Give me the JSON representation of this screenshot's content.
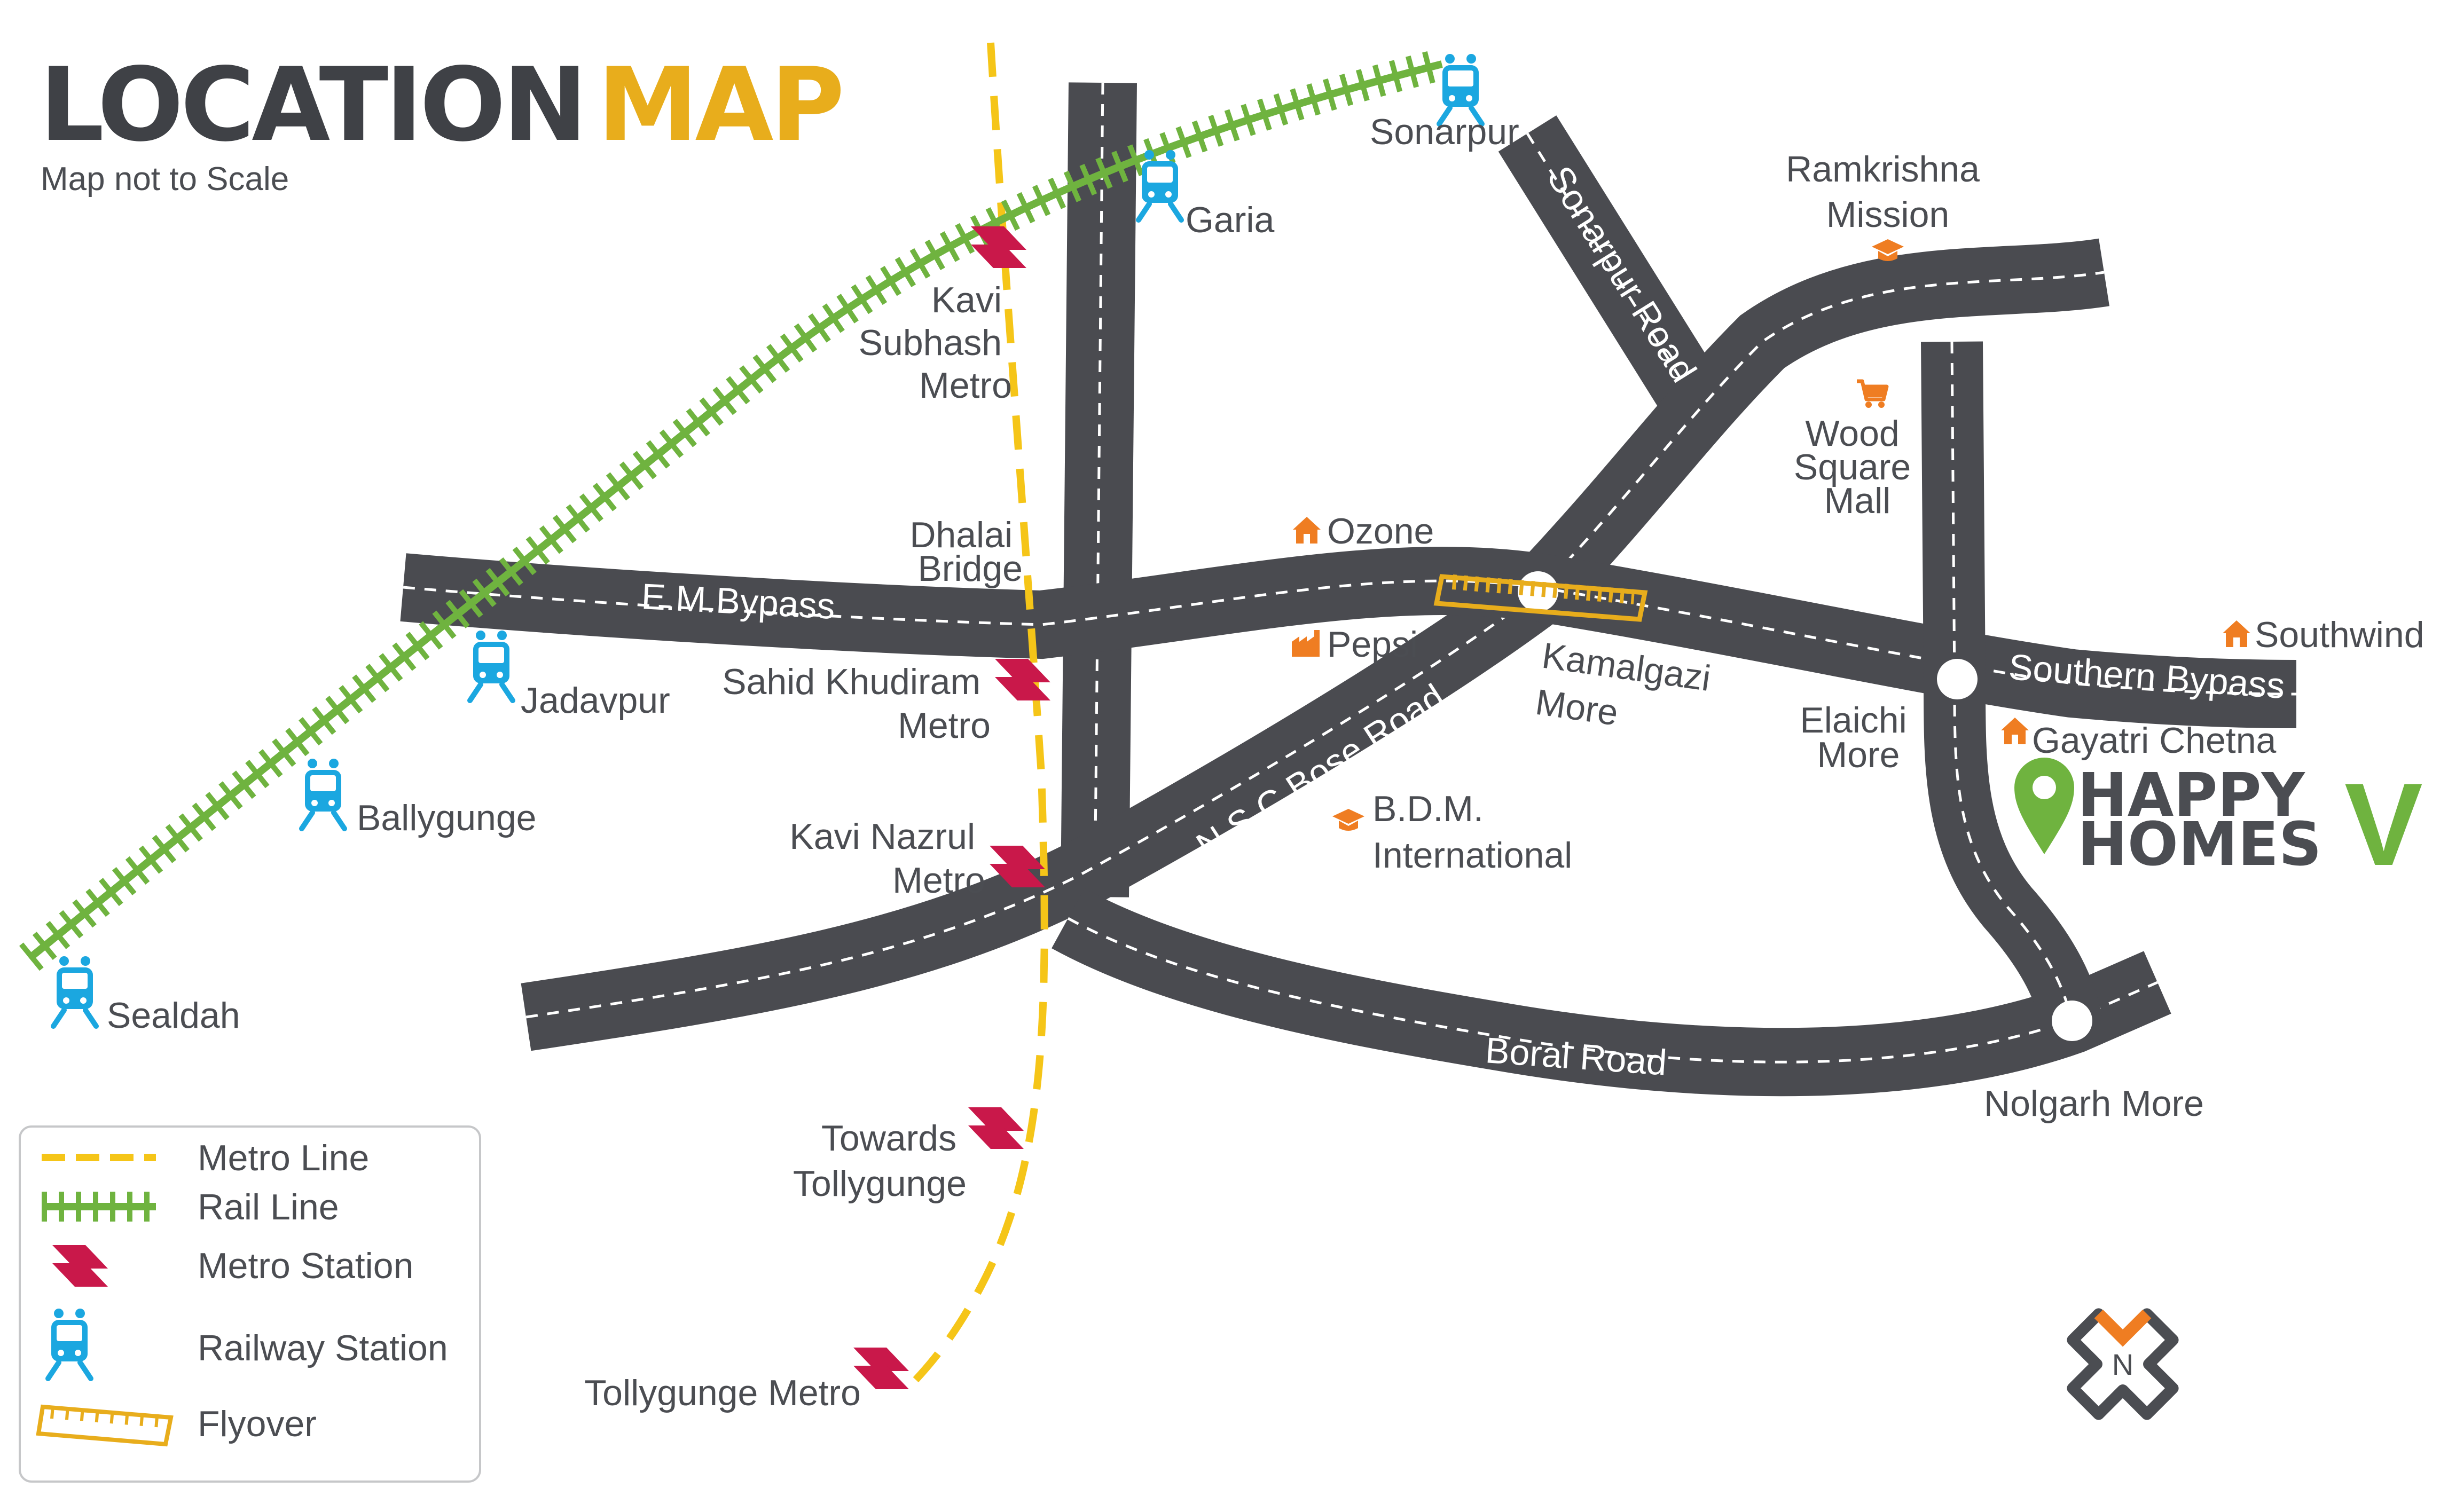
{
  "title": {
    "part1": "LOCATION",
    "part2": "MAP",
    "subtitle": "Map not to Scale"
  },
  "roads": {
    "em_bypass": "E.M.Bypass",
    "nsc_bose_road": "N.S.C Bose Road",
    "sonarpur_road": "Sonarpur Road",
    "southern_bypass": "Southern Bypass",
    "boral_road": "Boral Road"
  },
  "places": {
    "sonarpur": "Sonarpur",
    "garia": "Garia",
    "ramkrishna": [
      "Ramkrishna",
      "Mission"
    ],
    "kavi_subhash": [
      "Kavi",
      "Subhash",
      "Metro"
    ],
    "wood_square": [
      "Wood",
      "Square",
      "Mall"
    ],
    "dhalai": [
      "Dhalai",
      "Bridge"
    ],
    "ozone": "Ozone",
    "pepsi": "Pepsi",
    "southwind": "Southwind",
    "jadavpur": "Jadavpur",
    "sahid": [
      "Sahid Khudiram",
      "Metro"
    ],
    "kamalgazi": [
      "Kamalgazi",
      "More"
    ],
    "elaichi": [
      "Elaichi",
      "More"
    ],
    "gayatri": "Gayatri Chetna",
    "ballygunge": "Ballygunge",
    "kavi_nazrul": [
      "Kavi Nazrul",
      "Metro"
    ],
    "bdm": [
      "B.D.M.",
      "International"
    ],
    "sealdah": "Sealdah",
    "nolgarh": "Nolgarh More",
    "towards_tollygunge": [
      "Towards",
      "Tollygunge"
    ],
    "tollygunge_metro": "Tollygunge Metro"
  },
  "brand": {
    "line1": "HAPPY",
    "line2": "HOMES",
    "mark": "V"
  },
  "north_label": "N",
  "legend": {
    "metro_line": "Metro Line",
    "rail_line": "Rail Line",
    "metro_station": "Metro Station",
    "railway_station": "Railway Station",
    "flyover": "Flyover"
  },
  "colors": {
    "road": "#4a4b50",
    "metro_line": "#f5c518",
    "rail_line": "#6fb33f",
    "metro_station": "#c9184a",
    "railway_station": "#1ba7e0",
    "poi": "#ef7d22",
    "brand_green": "#6fb33f",
    "title_accent": "#e8ad1c"
  },
  "icons": {
    "railway_station": "train-icon",
    "metro_station": "metro-station-icon",
    "home": "home-icon",
    "factory": "factory-icon",
    "school": "graduation-cap-icon",
    "mall": "shopping-cart-icon",
    "location": "location-pin-icon",
    "north": "compass-north-icon"
  }
}
